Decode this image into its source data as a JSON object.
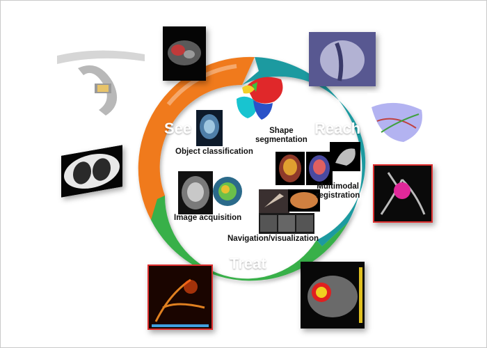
{
  "stages": {
    "see": "See",
    "reach": "Reach",
    "treat": "Treat"
  },
  "tasks": {
    "shape_segmentation": "Shape\nsegmentation",
    "object_classification": "Object classification",
    "multimodal_registration": "Multimodal\nregistration",
    "image_acquisition": "Image acquisition",
    "navigation_visualization": "Navigation/visualization"
  },
  "colors": {
    "see": "#f07a1a",
    "reach": "#1f9aa0",
    "treat": "#38b048"
  },
  "icons": [
    "c-arm-scanner-image",
    "ct-scan-thumbnail",
    "lung-ct-thumbnail",
    "chest-xray-thumbnail",
    "vessel-tree-3d-thumbnail",
    "vascular-render-thumbnail",
    "fluoroscopy-thumbnail",
    "abdomen-heatmap-thumbnail"
  ]
}
